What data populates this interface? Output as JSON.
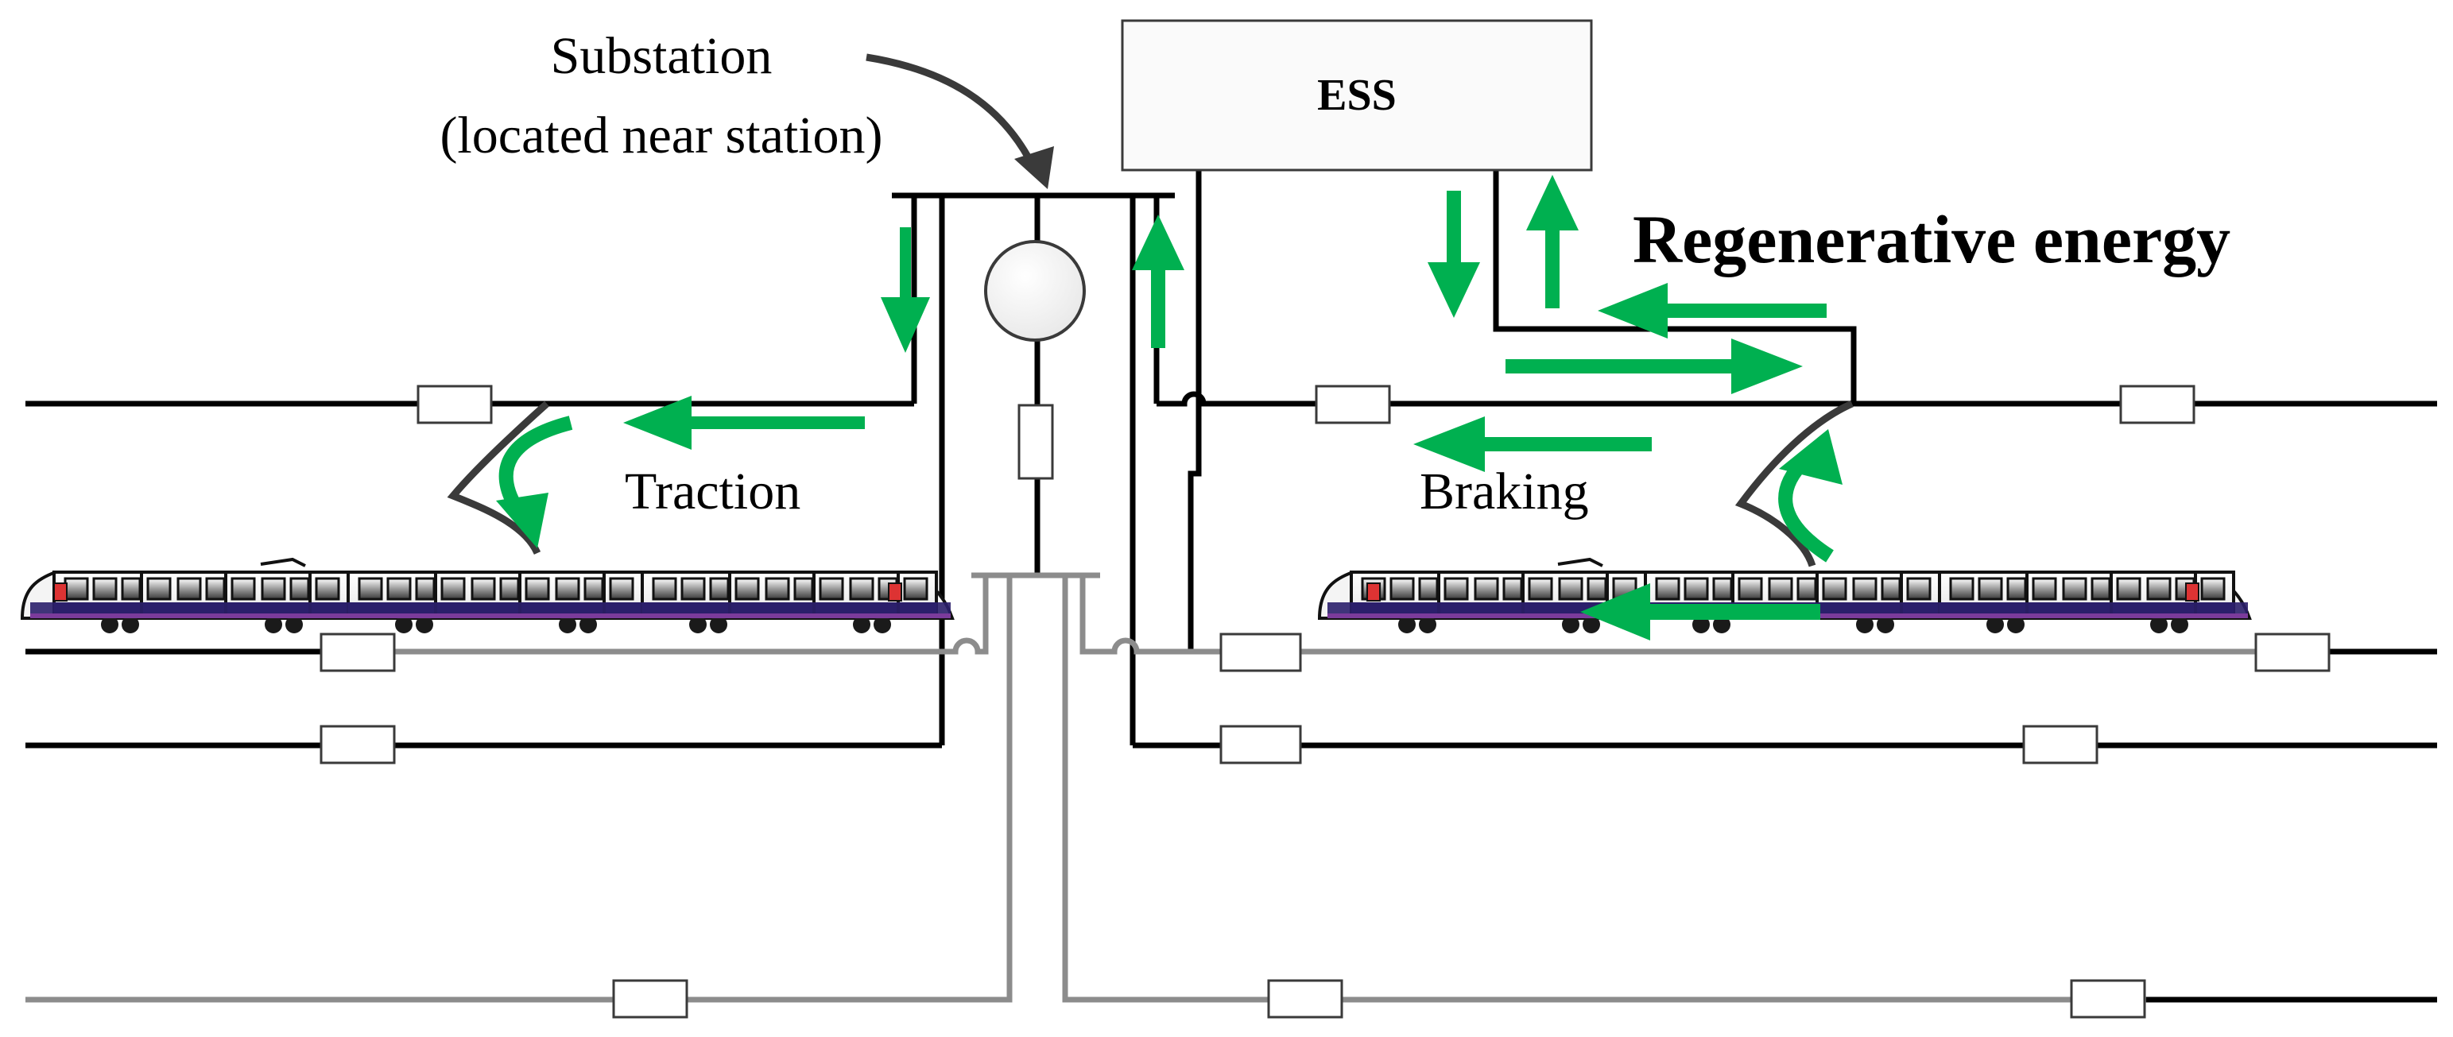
{
  "diagram": {
    "substation_label_line1": "Substation",
    "substation_label_line2": "(located near station)",
    "ess_label": "ESS",
    "regenerative_label": "Regenerative energy",
    "traction_label": "Traction",
    "braking_label": "Braking"
  },
  "colors": {
    "arrow": "#00b050",
    "wire": "#000000",
    "rail": "#8c8c8c",
    "train_body": "#f4f4f4",
    "train_stripe": "#2b1f6b",
    "train_accent": "#7b3b9b"
  },
  "icons": [
    "flow-arrow-icon",
    "train-icon",
    "transformer-icon",
    "switch-icon",
    "pantograph-icon"
  ]
}
